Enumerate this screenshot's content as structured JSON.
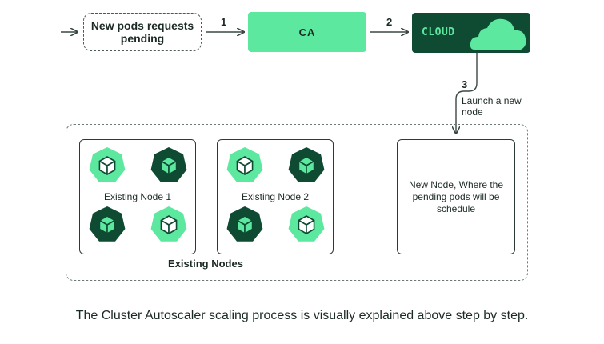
{
  "flow": {
    "pending_label": "New pods requests pending",
    "ca_label": "CA",
    "cloud_label": "CLOUD",
    "step1": "1",
    "step2": "2",
    "step3": "3",
    "launch_label": "Launch a new node"
  },
  "cluster": {
    "group_label": "Existing Nodes",
    "nodes": [
      {
        "label": "Existing Node 1",
        "pods": [
          "light",
          "dark",
          "dark",
          "light"
        ]
      },
      {
        "label": "Existing Node 2",
        "pods": [
          "light",
          "dark",
          "dark",
          "light"
        ]
      }
    ],
    "new_node_label": "New Node, Where the pending pods will be schedule"
  },
  "caption": "The Cluster Autoscaler scaling process is visually explained above step by step.",
  "colors": {
    "accent_green": "#5de89f",
    "dark_green": "#0f4a33",
    "ink": "#1c2a26"
  },
  "icons": [
    "arrow-right-icon",
    "cloud-icon",
    "pod-cube-icon"
  ]
}
